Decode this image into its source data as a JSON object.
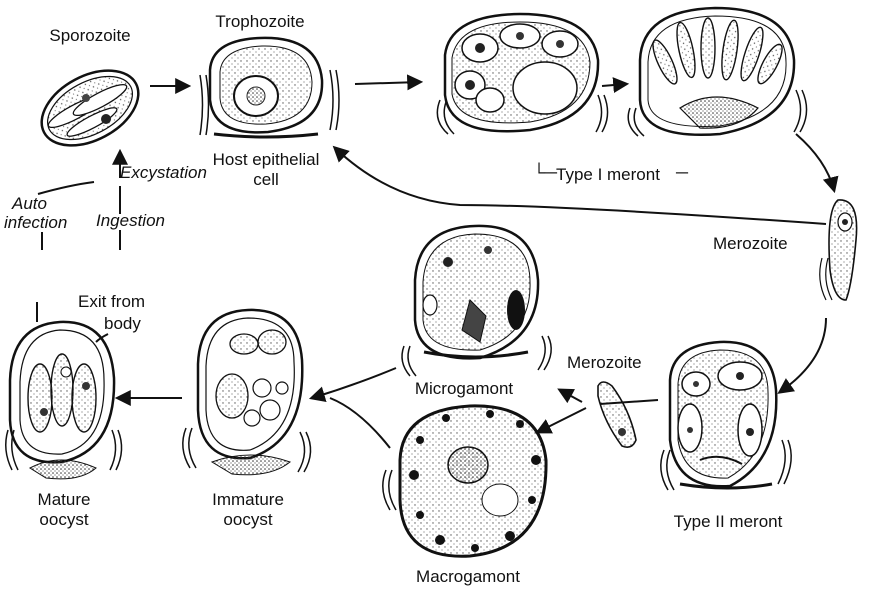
{
  "labels": {
    "sporozoite": "Sporozoite",
    "trophozoite": "Trophozoite",
    "host_cell_line1": "Host epithelial",
    "host_cell_line2": "cell",
    "type1_meront": "Type I meront",
    "excystation": "Excystation",
    "auto_infection_line1": "Auto",
    "auto_infection_line2": "infection",
    "ingestion": "Ingestion",
    "merozoite_top": "Merozoite",
    "exit_line1": "Exit from",
    "exit_line2": "body",
    "merozoite_bottom": "Merozoite",
    "microgamont": "Microgamont",
    "macrogamont": "Macrogamont",
    "type2_meront": "Type II meront",
    "mature_line1": "Mature",
    "mature_line2": "oocyst",
    "immature_line1": "Immature",
    "immature_line2": "oocyst"
  }
}
